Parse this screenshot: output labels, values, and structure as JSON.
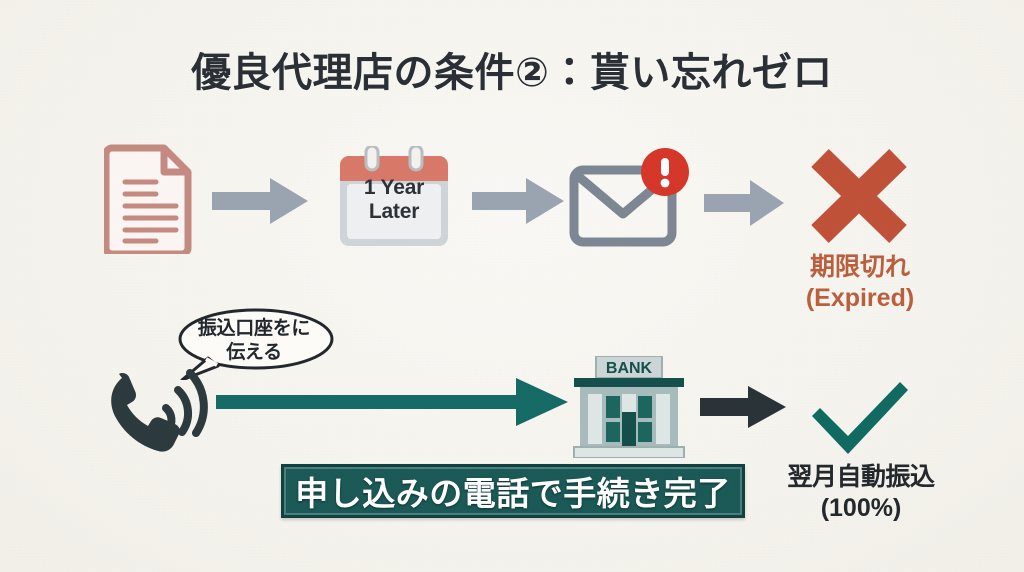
{
  "slide": {
    "title": "優良代理店の条件②：貰い忘れゼロ",
    "background_color": "#f7f5f0"
  },
  "colors": {
    "document_rose": "#c58a80",
    "calendar_top": "#d9796a",
    "calendar_body": "#d6d9dc",
    "arrow_gray": "#9aa5b1",
    "envelope_gray": "#7d8894",
    "alert_red": "#d6372b",
    "cross_red": "#bf5238",
    "expired_text": "#bb603f",
    "phone_dark": "#2d3b3e",
    "arrow_teal": "#176b67",
    "arrow_dark": "#2a3338",
    "check_teal": "#126b62",
    "bank_body": "#a8bcbd",
    "bank_dark": "#15504c",
    "banner_bg": "#1b5a57",
    "banner_border": "#12423f",
    "banner_text": "#ffffff",
    "label_dark": "#24292e"
  },
  "flow_top": {
    "document": {
      "icon": "document-icon",
      "label": ""
    },
    "arrow_1": {
      "icon": "arrow-right-icon"
    },
    "calendar": {
      "icon": "calendar-icon",
      "line1": "1 Year",
      "line2": "Later"
    },
    "arrow_2": {
      "icon": "arrow-right-icon"
    },
    "envelope": {
      "icon": "envelope-alert-icon"
    },
    "arrow_3": {
      "icon": "arrow-right-icon"
    },
    "cross": {
      "icon": "cross-icon",
      "label_jp": "期限切れ",
      "label_en": "(Expired)"
    }
  },
  "flow_bottom": {
    "speech_bubble": {
      "line1": "振込口座をに",
      "line2": "伝える"
    },
    "phone": {
      "icon": "phone-ringing-icon"
    },
    "arrow_long": {
      "icon": "arrow-right-long-icon"
    },
    "bank": {
      "icon": "bank-building-icon",
      "sign": "BANK"
    },
    "arrow_dark": {
      "icon": "arrow-right-icon"
    },
    "check": {
      "icon": "check-icon",
      "label_jp": "翌月自動振込",
      "label_pct": "(100%)"
    }
  },
  "banner": {
    "text": "申し込みの電話で手続き完了"
  }
}
